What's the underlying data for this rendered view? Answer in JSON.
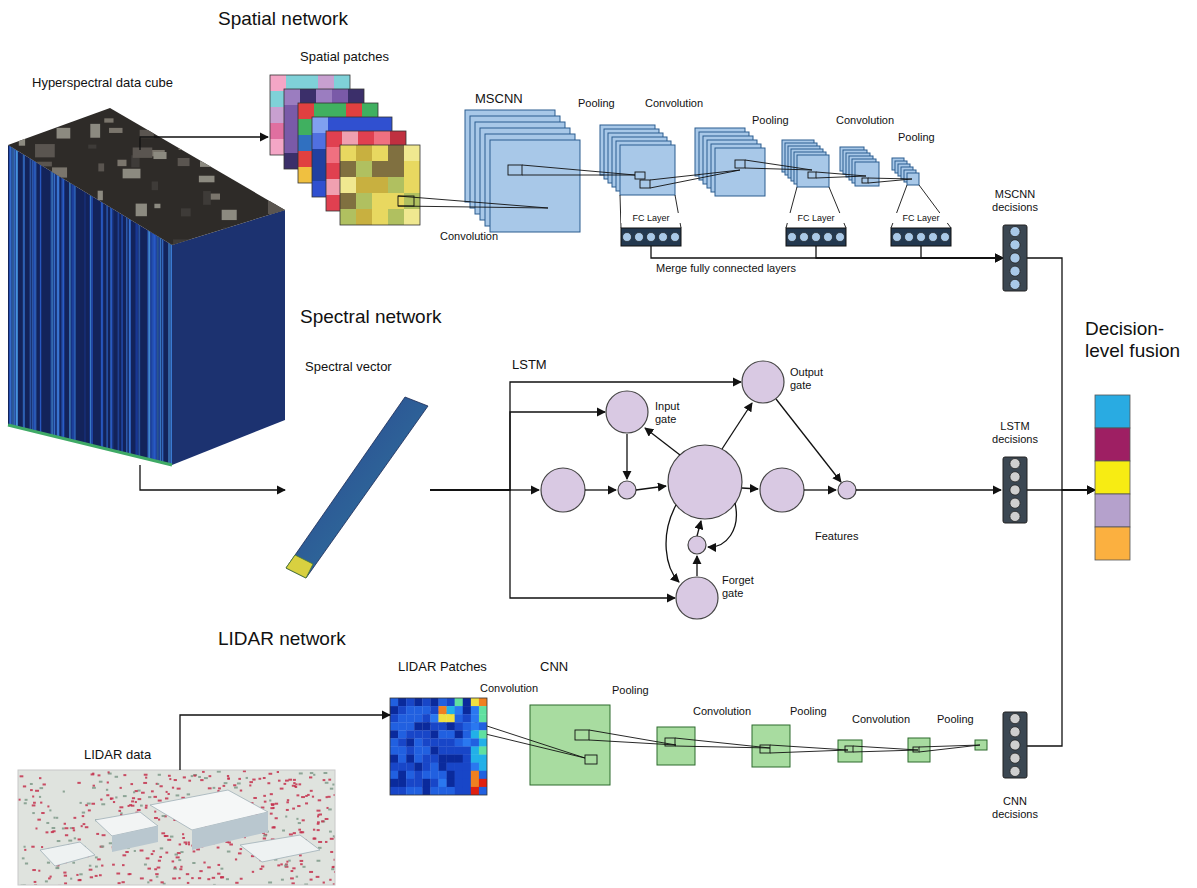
{
  "diagram": {
    "nodes": [
      {
        "text": [
          "Hyperspectral data cube"
        ]
      },
      {
        "text": [
          "Spatial patches"
        ]
      },
      {
        "text": [
          "MSCNN"
        ]
      },
      {
        "text": [
          "FC Layer"
        ]
      },
      {
        "text": [
          "FC Layer"
        ]
      },
      {
        "text": [
          "FC Layer"
        ]
      },
      {
        "text": [
          "MSCNN decisions"
        ]
      },
      {
        "text": [
          "Spectral vector"
        ]
      },
      {
        "text": [
          "Output gate"
        ]
      },
      {
        "text": [
          "Input gate"
        ]
      },
      {
        "text": [
          "Forget gate"
        ]
      },
      {
        "text": [
          "LSTM decisions"
        ]
      },
      {
        "text": [
          "Decision-level fusion"
        ]
      },
      {
        "text": [
          "LIDAR Patches"
        ]
      },
      {
        "text": [
          "CNN"
        ]
      },
      {
        "text": [
          "CNN decisions"
        ]
      },
      {
        "text": [
          "LIDAR data"
        ]
      }
    ],
    "edges": [
      {
        "from": 0,
        "to": 1,
        "arrow": "to"
      },
      {
        "from": 0,
        "to": 7,
        "arrow": "to"
      },
      {
        "from": 3,
        "to": 6,
        "label": "Merge fully connected layers",
        "arrow": "to"
      },
      {
        "from": 4,
        "to": 6,
        "arrow": "to"
      },
      {
        "from": 5,
        "to": 6,
        "arrow": "to"
      },
      {
        "from": 7,
        "to": 8,
        "arrow": "to"
      },
      {
        "from": 7,
        "to": 9,
        "arrow": "to"
      },
      {
        "from": 7,
        "to": 10,
        "arrow": "to"
      },
      {
        "from": 6,
        "to": 12,
        "arrow": "to"
      },
      {
        "from": 11,
        "to": 12,
        "arrow": "to"
      },
      {
        "from": 15,
        "to": 12,
        "arrow": "to"
      },
      {
        "from": 16,
        "to": 13,
        "arrow": "to"
      }
    ],
    "labels": [
      "Spatial network",
      "Convolution",
      "Pooling",
      "Convolution",
      "Pooling",
      "Convolution",
      "Pooling",
      "Spectral network",
      "LSTM",
      "Features",
      "LIDAR network",
      "Convolution",
      "Pooling",
      "Convolution",
      "Pooling",
      "Convolution",
      "Pooling"
    ]
  }
}
